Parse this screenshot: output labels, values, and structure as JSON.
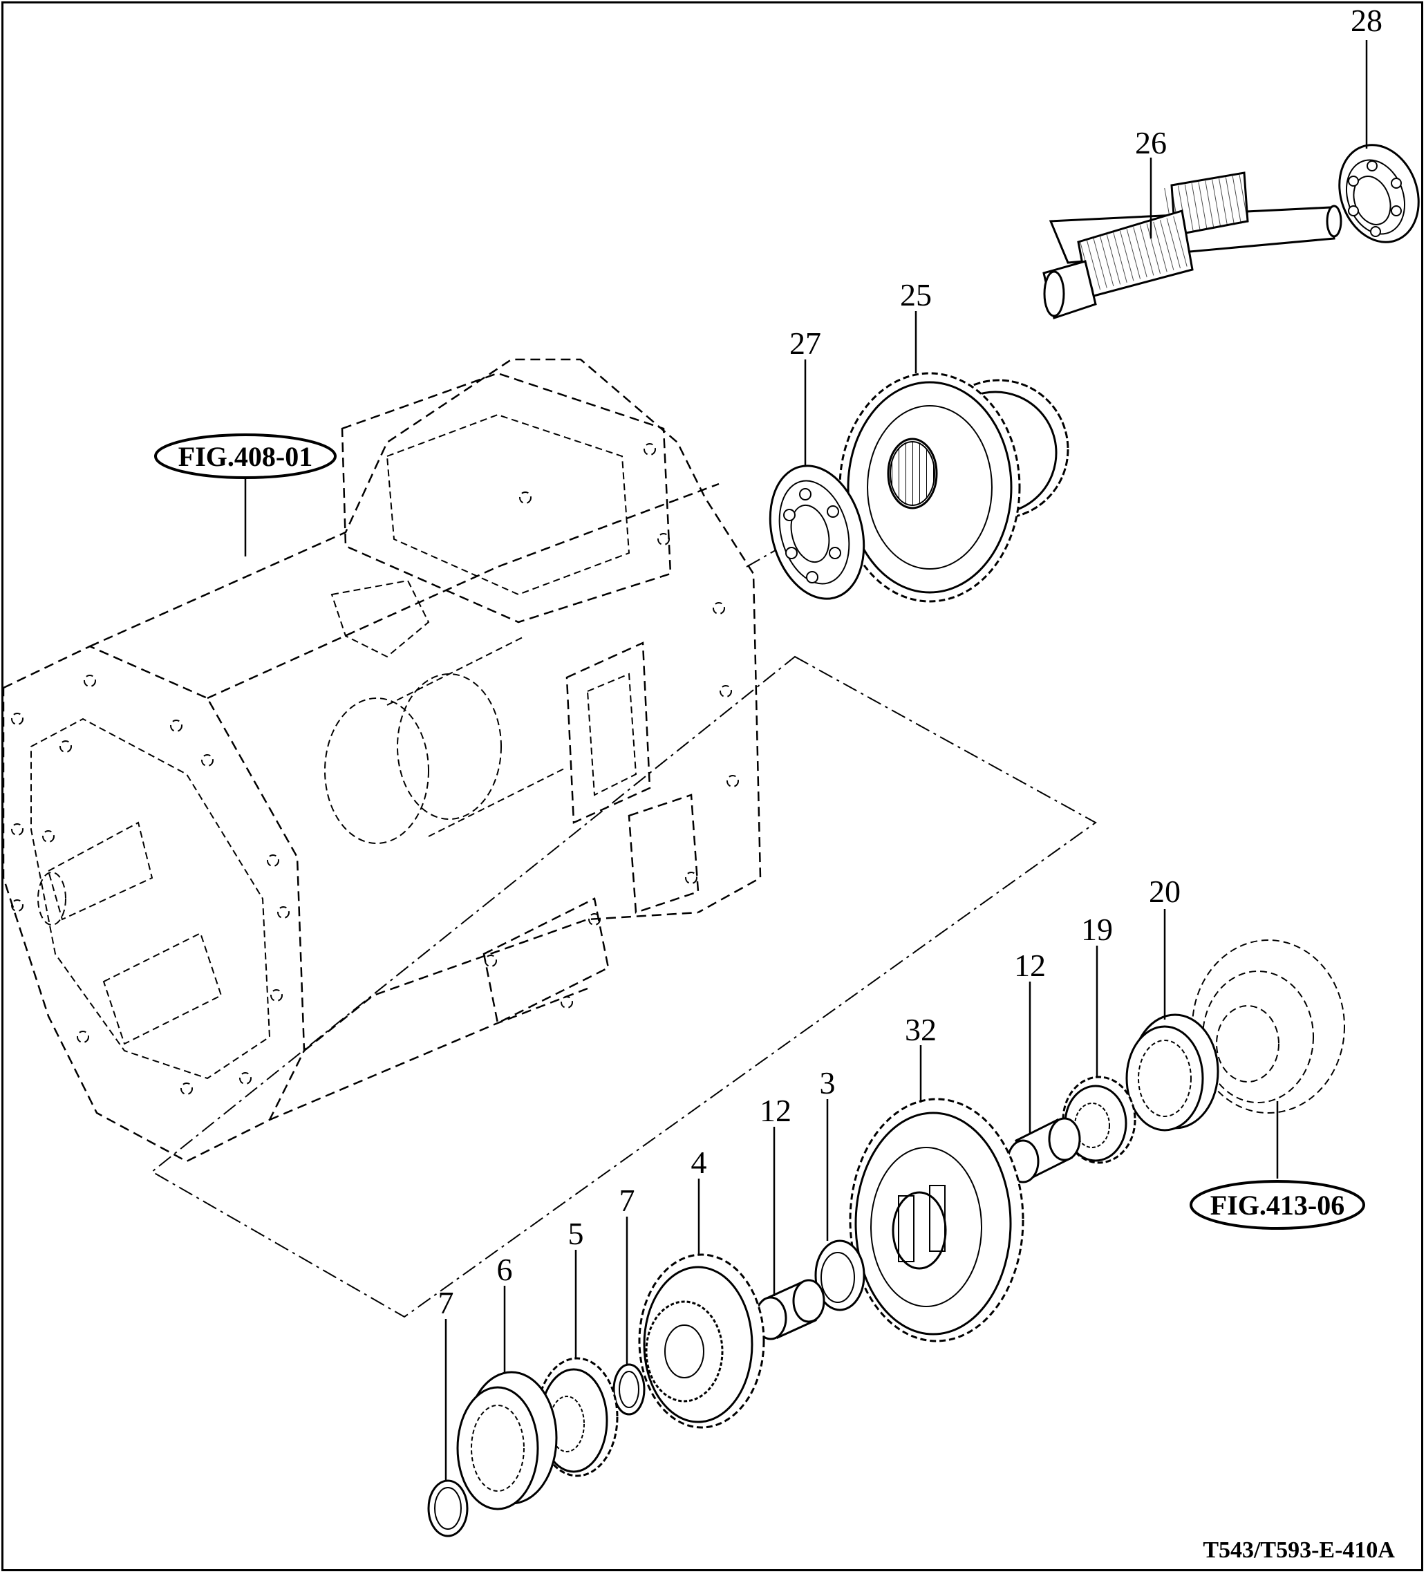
{
  "drawing_code": "T543/T593-E-410A",
  "references": {
    "case": "FIG.408-01",
    "hub": "FIG.413-06"
  },
  "parts": {
    "p28": "28",
    "p26": "26",
    "p25": "25",
    "p27": "27",
    "p20": "20",
    "p19": "19",
    "p12a": "12",
    "p32": "32",
    "p12b": "12",
    "p3": "3",
    "p4": "4",
    "p7a": "7",
    "p5": "5",
    "p6": "6",
    "p7b": "7"
  }
}
